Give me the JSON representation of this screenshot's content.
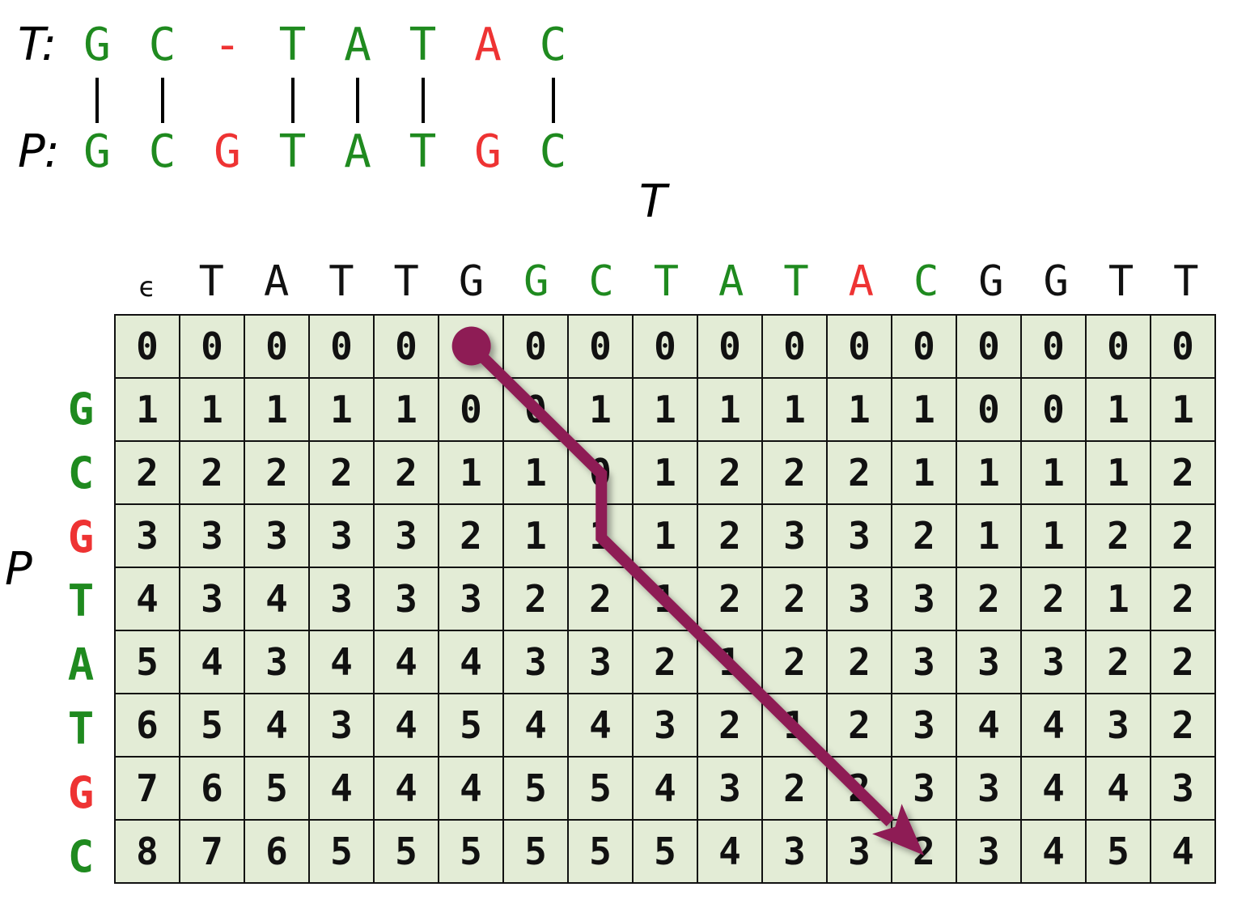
{
  "alignment": {
    "t_label": "T:",
    "p_label": "P:",
    "t_chars": [
      {
        "ch": "G",
        "color": "#1f8a1f"
      },
      {
        "ch": "C",
        "color": "#1f8a1f"
      },
      {
        "ch": "-",
        "color": "#ee3333"
      },
      {
        "ch": "T",
        "color": "#1f8a1f"
      },
      {
        "ch": "A",
        "color": "#1f8a1f"
      },
      {
        "ch": "T",
        "color": "#1f8a1f"
      },
      {
        "ch": "A",
        "color": "#ee3333"
      },
      {
        "ch": "C",
        "color": "#1f8a1f"
      }
    ],
    "p_chars": [
      {
        "ch": "G",
        "color": "#1f8a1f"
      },
      {
        "ch": "C",
        "color": "#1f8a1f"
      },
      {
        "ch": "G",
        "color": "#ee3333"
      },
      {
        "ch": "T",
        "color": "#1f8a1f"
      },
      {
        "ch": "A",
        "color": "#1f8a1f"
      },
      {
        "ch": "T",
        "color": "#1f8a1f"
      },
      {
        "ch": "G",
        "color": "#ee3333"
      },
      {
        "ch": "C",
        "color": "#1f8a1f"
      }
    ],
    "match_bars": [
      true,
      true,
      false,
      true,
      true,
      true,
      false,
      true
    ]
  },
  "matrix": {
    "t_axis_label": "T",
    "p_axis_label": "P",
    "col_header": [
      {
        "ch": "ϵ",
        "color": "#111111"
      },
      {
        "ch": "T",
        "color": "#111111"
      },
      {
        "ch": "A",
        "color": "#111111"
      },
      {
        "ch": "T",
        "color": "#111111"
      },
      {
        "ch": "T",
        "color": "#111111"
      },
      {
        "ch": "G",
        "color": "#111111"
      },
      {
        "ch": "G",
        "color": "#1f8a1f"
      },
      {
        "ch": "C",
        "color": "#1f8a1f"
      },
      {
        "ch": "T",
        "color": "#1f8a1f"
      },
      {
        "ch": "A",
        "color": "#1f8a1f"
      },
      {
        "ch": "T",
        "color": "#1f8a1f"
      },
      {
        "ch": "A",
        "color": "#ee3333"
      },
      {
        "ch": "C",
        "color": "#1f8a1f"
      },
      {
        "ch": "G",
        "color": "#111111"
      },
      {
        "ch": "G",
        "color": "#111111"
      },
      {
        "ch": "T",
        "color": "#111111"
      },
      {
        "ch": "T",
        "color": "#111111"
      }
    ],
    "row_header": [
      {
        "ch": "",
        "color": "#111111"
      },
      {
        "ch": "G",
        "color": "#1f8a1f"
      },
      {
        "ch": "C",
        "color": "#1f8a1f"
      },
      {
        "ch": "G",
        "color": "#ee3333"
      },
      {
        "ch": "T",
        "color": "#1f8a1f"
      },
      {
        "ch": "A",
        "color": "#1f8a1f"
      },
      {
        "ch": "T",
        "color": "#1f8a1f"
      },
      {
        "ch": "G",
        "color": "#ee3333"
      },
      {
        "ch": "C",
        "color": "#1f8a1f"
      }
    ],
    "cells": [
      [
        "0",
        "0",
        "0",
        "0",
        "0",
        "0",
        "0",
        "0",
        "0",
        "0",
        "0",
        "0",
        "0",
        "0",
        "0",
        "0",
        "0"
      ],
      [
        "1",
        "1",
        "1",
        "1",
        "1",
        "0",
        "0",
        "1",
        "1",
        "1",
        "1",
        "1",
        "1",
        "0",
        "0",
        "1",
        "1"
      ],
      [
        "2",
        "2",
        "2",
        "2",
        "2",
        "1",
        "1",
        "0",
        "1",
        "2",
        "2",
        "2",
        "1",
        "1",
        "1",
        "1",
        "2"
      ],
      [
        "3",
        "3",
        "3",
        "3",
        "3",
        "2",
        "1",
        "1",
        "1",
        "2",
        "3",
        "3",
        "2",
        "1",
        "1",
        "2",
        "2"
      ],
      [
        "4",
        "3",
        "4",
        "3",
        "3",
        "3",
        "2",
        "2",
        "1",
        "2",
        "2",
        "3",
        "3",
        "2",
        "2",
        "1",
        "2"
      ],
      [
        "5",
        "4",
        "3",
        "4",
        "4",
        "4",
        "3",
        "3",
        "2",
        "1",
        "2",
        "2",
        "3",
        "3",
        "3",
        "2",
        "2"
      ],
      [
        "6",
        "5",
        "4",
        "3",
        "4",
        "5",
        "4",
        "4",
        "3",
        "2",
        "1",
        "2",
        "3",
        "4",
        "4",
        "3",
        "2"
      ],
      [
        "7",
        "6",
        "5",
        "4",
        "4",
        "4",
        "5",
        "5",
        "4",
        "3",
        "2",
        "2",
        "3",
        "3",
        "4",
        "4",
        "3"
      ],
      [
        "8",
        "7",
        "6",
        "5",
        "5",
        "5",
        "5",
        "5",
        "5",
        "4",
        "3",
        "3",
        "2",
        "3",
        "4",
        "5",
        "4"
      ]
    ],
    "traceback_path": [
      [
        0,
        5
      ],
      [
        1,
        6
      ],
      [
        2,
        7
      ],
      [
        3,
        7
      ],
      [
        4,
        8
      ],
      [
        5,
        9
      ],
      [
        6,
        10
      ],
      [
        7,
        11
      ],
      [
        8,
        12
      ]
    ],
    "path_color": "#8e1d55"
  }
}
